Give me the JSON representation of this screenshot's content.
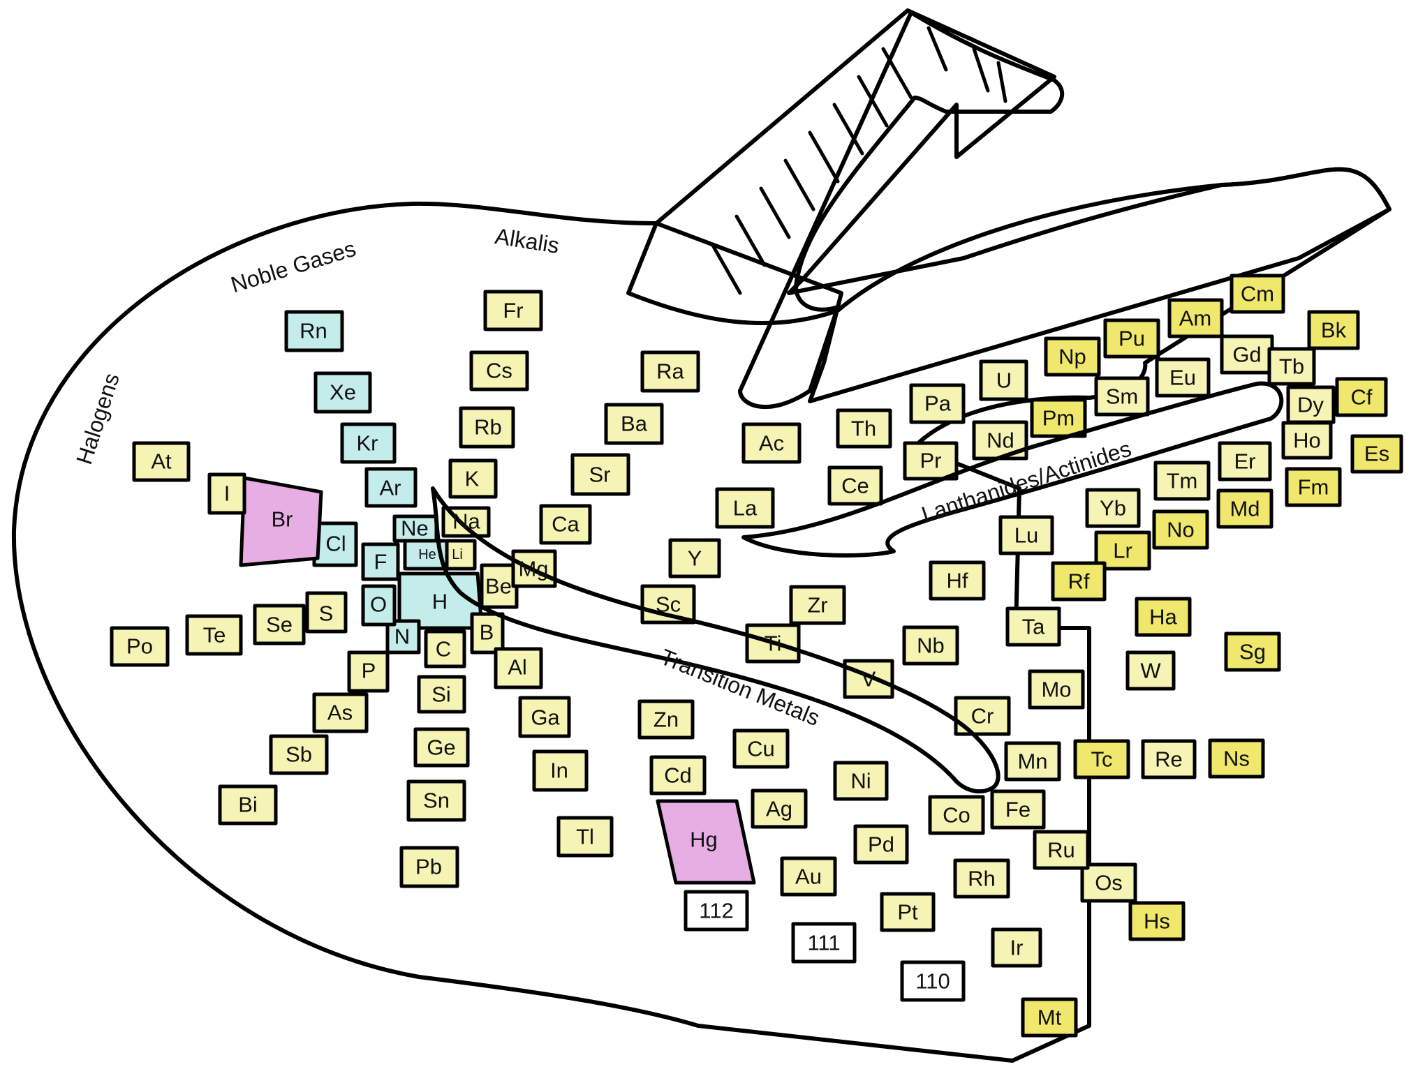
{
  "colors": {
    "noble_and_core": "#c3ecea",
    "liquid": "#e6aee3",
    "main": "#f6f4b4",
    "heavy": "#f0e86c",
    "empty": "#ffffff"
  },
  "group_labels": {
    "halogens": "Halogens",
    "noble_gases": "Noble Gases",
    "alkalis": "Alkalis",
    "lanthanides_actinides": "Lanthanides/Actinides",
    "transition_metals": "Transition Metals"
  },
  "elements": [
    {
      "symbol": "H",
      "category": "noble_and_core"
    },
    {
      "symbol": "He",
      "category": "noble_and_core"
    },
    {
      "symbol": "Li",
      "category": "main"
    },
    {
      "symbol": "Be",
      "category": "main"
    },
    {
      "symbol": "B",
      "category": "main"
    },
    {
      "symbol": "C",
      "category": "main"
    },
    {
      "symbol": "N",
      "category": "noble_and_core"
    },
    {
      "symbol": "O",
      "category": "noble_and_core"
    },
    {
      "symbol": "F",
      "category": "noble_and_core"
    },
    {
      "symbol": "Ne",
      "category": "noble_and_core"
    },
    {
      "symbol": "Na",
      "category": "main"
    },
    {
      "symbol": "Mg",
      "category": "main"
    },
    {
      "symbol": "Al",
      "category": "main"
    },
    {
      "symbol": "Si",
      "category": "main"
    },
    {
      "symbol": "P",
      "category": "main"
    },
    {
      "symbol": "S",
      "category": "main"
    },
    {
      "symbol": "Cl",
      "category": "noble_and_core"
    },
    {
      "symbol": "Ar",
      "category": "noble_and_core"
    },
    {
      "symbol": "K",
      "category": "main"
    },
    {
      "symbol": "Ca",
      "category": "main"
    },
    {
      "symbol": "Ga",
      "category": "main"
    },
    {
      "symbol": "Ge",
      "category": "main"
    },
    {
      "symbol": "As",
      "category": "main"
    },
    {
      "symbol": "Se",
      "category": "main"
    },
    {
      "symbol": "Br",
      "category": "liquid"
    },
    {
      "symbol": "Kr",
      "category": "noble_and_core"
    },
    {
      "symbol": "Rb",
      "category": "main"
    },
    {
      "symbol": "Sr",
      "category": "main"
    },
    {
      "symbol": "In",
      "category": "main"
    },
    {
      "symbol": "Sn",
      "category": "main"
    },
    {
      "symbol": "Sb",
      "category": "main"
    },
    {
      "symbol": "Te",
      "category": "main"
    },
    {
      "symbol": "I",
      "category": "main"
    },
    {
      "symbol": "Xe",
      "category": "noble_and_core"
    },
    {
      "symbol": "Cs",
      "category": "main"
    },
    {
      "symbol": "Ba",
      "category": "main"
    },
    {
      "symbol": "Tl",
      "category": "main"
    },
    {
      "symbol": "Pb",
      "category": "main"
    },
    {
      "symbol": "Bi",
      "category": "main"
    },
    {
      "symbol": "Po",
      "category": "main"
    },
    {
      "symbol": "At",
      "category": "main"
    },
    {
      "symbol": "Rn",
      "category": "noble_and_core"
    },
    {
      "symbol": "Fr",
      "category": "main"
    },
    {
      "symbol": "Ra",
      "category": "main"
    },
    {
      "symbol": "Ac",
      "category": "main"
    },
    {
      "symbol": "La",
      "category": "main"
    },
    {
      "symbol": "Th",
      "category": "main"
    },
    {
      "symbol": "Ce",
      "category": "main"
    },
    {
      "symbol": "Pa",
      "category": "main"
    },
    {
      "symbol": "Pr",
      "category": "main"
    },
    {
      "symbol": "U",
      "category": "main"
    },
    {
      "symbol": "Nd",
      "category": "main"
    },
    {
      "symbol": "Np",
      "category": "heavy"
    },
    {
      "symbol": "Pm",
      "category": "heavy"
    },
    {
      "symbol": "Pu",
      "category": "heavy"
    },
    {
      "symbol": "Sm",
      "category": "main"
    },
    {
      "symbol": "Am",
      "category": "heavy"
    },
    {
      "symbol": "Eu",
      "category": "main"
    },
    {
      "symbol": "Cm",
      "category": "heavy"
    },
    {
      "symbol": "Gd",
      "category": "main"
    },
    {
      "symbol": "Bk",
      "category": "heavy"
    },
    {
      "symbol": "Tb",
      "category": "main"
    },
    {
      "symbol": "Cf",
      "category": "heavy"
    },
    {
      "symbol": "Dy",
      "category": "main"
    },
    {
      "symbol": "Es",
      "category": "heavy"
    },
    {
      "symbol": "Ho",
      "category": "main"
    },
    {
      "symbol": "Fm",
      "category": "heavy"
    },
    {
      "symbol": "Er",
      "category": "main"
    },
    {
      "symbol": "Md",
      "category": "heavy"
    },
    {
      "symbol": "Tm",
      "category": "main"
    },
    {
      "symbol": "No",
      "category": "heavy"
    },
    {
      "symbol": "Yb",
      "category": "main"
    },
    {
      "symbol": "Lr",
      "category": "heavy"
    },
    {
      "symbol": "Lu",
      "category": "main"
    },
    {
      "symbol": "Rf",
      "category": "heavy"
    },
    {
      "symbol": "Hf",
      "category": "main"
    },
    {
      "symbol": "Ha",
      "category": "heavy"
    },
    {
      "symbol": "Ta",
      "category": "main"
    },
    {
      "symbol": "Sg",
      "category": "heavy"
    },
    {
      "symbol": "W",
      "category": "main"
    },
    {
      "symbol": "Ns",
      "category": "heavy"
    },
    {
      "symbol": "Re",
      "category": "main"
    },
    {
      "symbol": "Hs",
      "category": "heavy"
    },
    {
      "symbol": "Os",
      "category": "main"
    },
    {
      "symbol": "Mt",
      "category": "heavy"
    },
    {
      "symbol": "Ir",
      "category": "main"
    },
    {
      "symbol": "Pt",
      "category": "main"
    },
    {
      "symbol": "Au",
      "category": "main"
    },
    {
      "symbol": "Hg",
      "category": "liquid"
    },
    {
      "symbol": "Pd",
      "category": "main"
    },
    {
      "symbol": "Ag",
      "category": "main"
    },
    {
      "symbol": "Cd",
      "category": "main"
    },
    {
      "symbol": "Zn",
      "category": "main"
    },
    {
      "symbol": "Cu",
      "category": "main"
    },
    {
      "symbol": "Ni",
      "category": "main"
    },
    {
      "symbol": "Co",
      "category": "main"
    },
    {
      "symbol": "Fe",
      "category": "main"
    },
    {
      "symbol": "Rh",
      "category": "main"
    },
    {
      "symbol": "Ru",
      "category": "main"
    },
    {
      "symbol": "Tc",
      "category": "heavy"
    },
    {
      "symbol": "Mn",
      "category": "main"
    },
    {
      "symbol": "Mo",
      "category": "main"
    },
    {
      "symbol": "Cr",
      "category": "main"
    },
    {
      "symbol": "Nb",
      "category": "main"
    },
    {
      "symbol": "V",
      "category": "main"
    },
    {
      "symbol": "Zr",
      "category": "main"
    },
    {
      "symbol": "Ti",
      "category": "main"
    },
    {
      "symbol": "Y",
      "category": "main"
    },
    {
      "symbol": "Sc",
      "category": "main"
    },
    {
      "symbol": "112",
      "category": "empty"
    },
    {
      "symbol": "111",
      "category": "empty"
    },
    {
      "symbol": "110",
      "category": "empty"
    }
  ]
}
